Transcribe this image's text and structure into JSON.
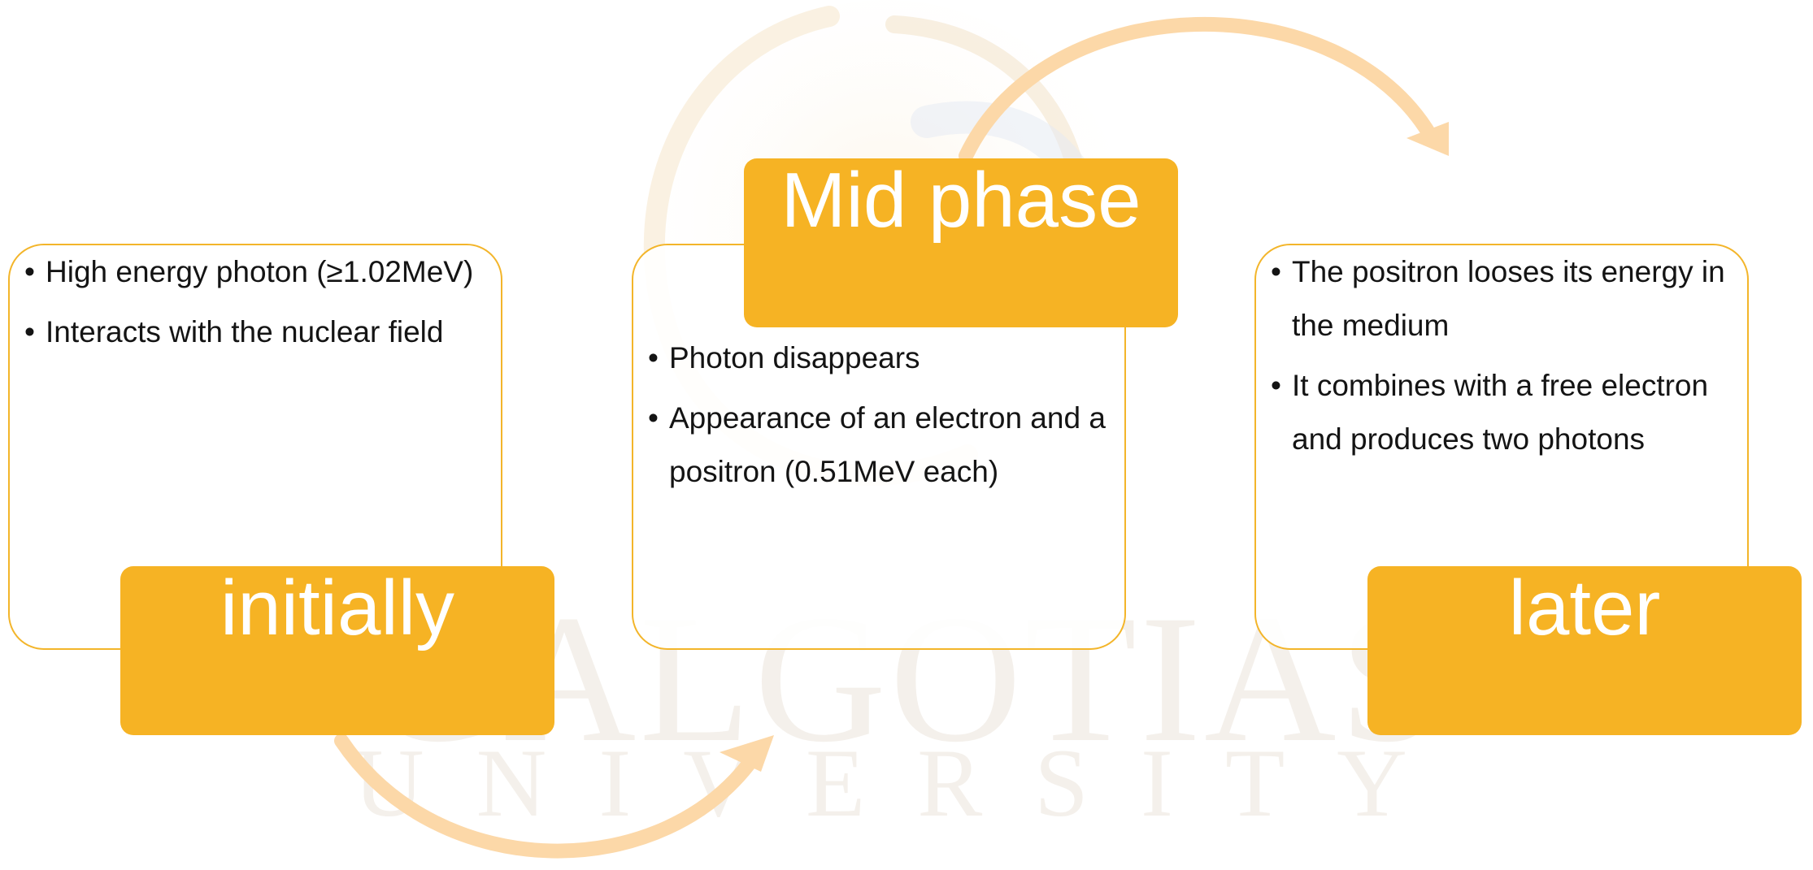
{
  "colors": {
    "label_fill": "#f6b324",
    "box_border": "#f3b52a",
    "arrow": "#fcd8a8",
    "text": "#141414",
    "watermark": "#ece5dc"
  },
  "watermark": {
    "line1": "GALGOTIAS",
    "line2": "UNIVERSITY"
  },
  "stages": [
    {
      "label": "initially",
      "bullets": [
        "High energy photon (≥1.02MeV)",
        "Interacts with the nuclear field"
      ]
    },
    {
      "label": "Mid phase",
      "bullets": [
        "Photon disappears",
        "Appearance of an electron and a positron (0.51MeV each)"
      ]
    },
    {
      "label": "later",
      "bullets": [
        "The positron looses its energy in the medium",
        "It combines with a free electron and produces two photons"
      ]
    }
  ]
}
